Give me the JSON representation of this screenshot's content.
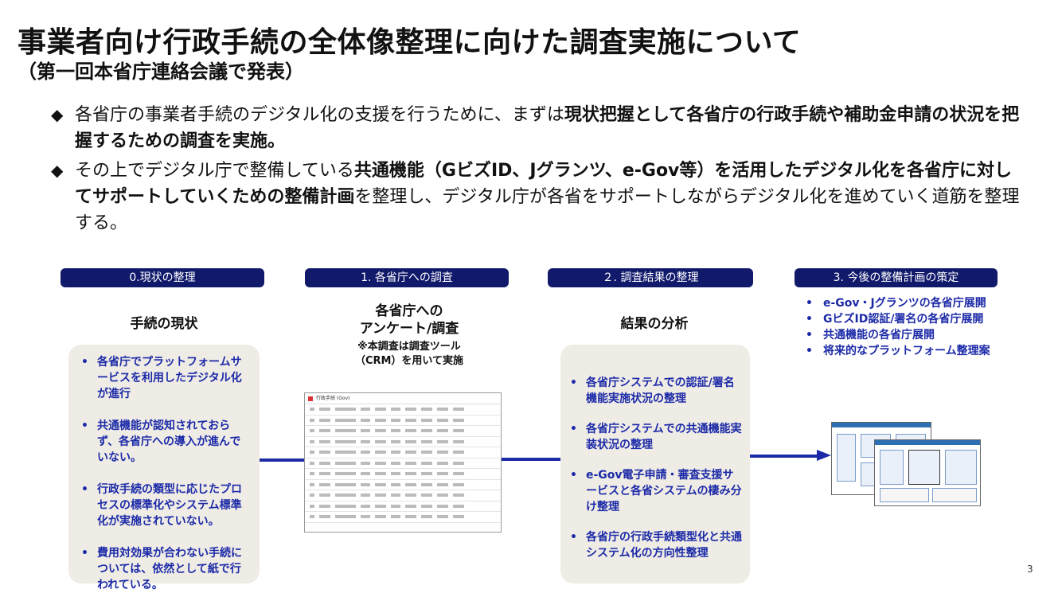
{
  "title": "事業者向け行政手続の全体像整理に向けた調査実施について",
  "subtitle": "（第一回本省庁連絡会議で発表）",
  "bullets": [
    {
      "p1": "各省庁の事業者手続のデジタル化の支援を行うために、まずは",
      "b1": "現状把握として各省庁の行政手続や補助金申請の状況を把握するための調査を実施。",
      "p2": "",
      "b2": "",
      "p3": ""
    },
    {
      "p1": "その上でデジタル庁で整備している",
      "b1": "共通機能（GビズID、Jグランツ、e-Gov等）を活用したデジタル化を各省庁に対してサポートしていくための整備計画",
      "p2": "を整理し、デジタル庁が各省をサポートしながらデジタル化を進めていく道筋を整理する。",
      "b2": "",
      "p3": ""
    }
  ],
  "bullet_marker": "◆",
  "stages": [
    "0.現状の整理",
    "1. 各省庁への調査",
    "２. 調査結果の整理",
    "3. 今後の整備計画の策定"
  ],
  "col0": {
    "heading": "手続の現状",
    "items": [
      "各省庁でプラットフォームサービスを利用したデジタル化が進行",
      "共通機能が認知されておらず、各省庁への導入が進んでいない。",
      "行政手続の類型に応じたプロセスの標準化やシステム標準化が実施されていない。",
      "費用対効果が合わない手続については、依然として紙で行われている。"
    ]
  },
  "col1": {
    "heading_line1": "各省庁への",
    "heading_line2": "アンケート/調査",
    "note_line1": "※本調査は調査ツール",
    "note_line2": "（CRM）を用いて実施",
    "mockup_title": "行政手続 (Gov)"
  },
  "col2": {
    "heading": "結果の分析",
    "items": [
      "各省庁システムでの認証/署名機能実施状況の整理",
      "各省庁システムでの共通機能実装状況の整理",
      "e-Gov電子申請・審査支援サービスと各省システムの棲み分け整理",
      "各省庁の行政手続類型化と共通システム化の方向性整理"
    ]
  },
  "col3": {
    "items": [
      "e-Gov・Jグランツの各省庁展開",
      "GビズID認証/署名の各省庁展開",
      "共通機能の各省庁展開",
      "将来的なプラットフォーム整理案"
    ]
  },
  "list_marker": "•",
  "page_number": "3",
  "colors": {
    "stage_bg": "#11196b",
    "accent_text": "#1c2aa8",
    "card_bg": "#efece5"
  }
}
